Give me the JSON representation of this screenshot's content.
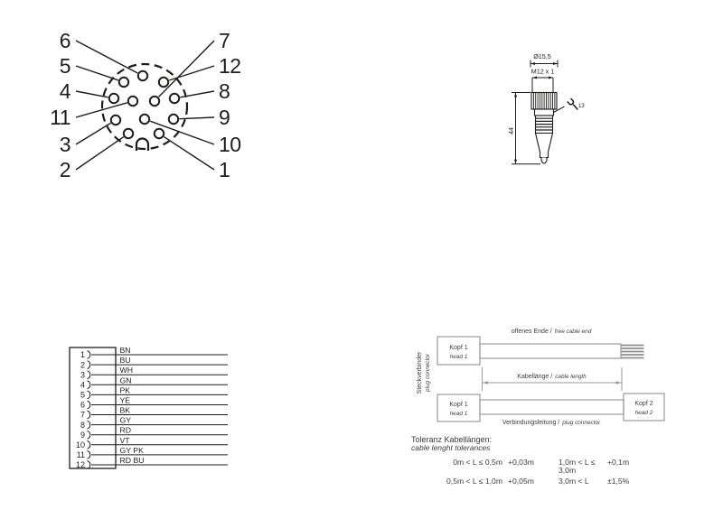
{
  "colors": {
    "ink": "#1d1d1b",
    "gray_line": "#9a9a9a",
    "gray_text": "#3c3c3b"
  },
  "pinout": {
    "left_labels": [
      "6",
      "5",
      "4",
      "11",
      "3",
      "2"
    ],
    "right_labels": [
      "7",
      "12",
      "8",
      "9",
      "10",
      "1"
    ]
  },
  "dimension_drawing": {
    "diameter": "Ø15,5",
    "thread": "M12 x 1",
    "length": "44",
    "wrench_size": "13"
  },
  "wiring_table": {
    "pins": [
      "1",
      "2",
      "3",
      "4",
      "5",
      "6",
      "7",
      "8",
      "9",
      "10",
      "11",
      "12"
    ],
    "wire_colors": [
      "BN",
      "BU",
      "WH",
      "GN",
      "PK",
      "YE",
      "BK",
      "GY",
      "RD",
      "VT",
      "GY PK",
      "RD BU"
    ]
  },
  "cable_diagram": {
    "connector_label_de": "Steckverbinder",
    "connector_label_en": "plug connector",
    "head1_de": "Kopf 1",
    "head1_en": "head 1",
    "head2_de": "Kopf 2",
    "head2_en": "head 2",
    "free_end_de": "offenes Ende /",
    "free_end_en": "free cable end",
    "length_de": "Kabellänge /",
    "length_en": "cable length",
    "connection_de": "Verbindungsleitung /",
    "connection_en": "plug connector"
  },
  "tolerance": {
    "title_de": "Toleranz Kabellängen:",
    "title_en": "cable lenght tolerances",
    "rows": [
      {
        "range_a": "0m < L ≤ 0,5m",
        "value_a": "+0,03m",
        "range_b": "1,0m < L ≤ 3,0m",
        "value_b": "+0,1m"
      },
      {
        "range_a": "0,5m < L ≤ 1,0m",
        "value_a": "+0,05m",
        "range_b": "3,0m < L",
        "value_b": "±1,5%"
      }
    ]
  }
}
